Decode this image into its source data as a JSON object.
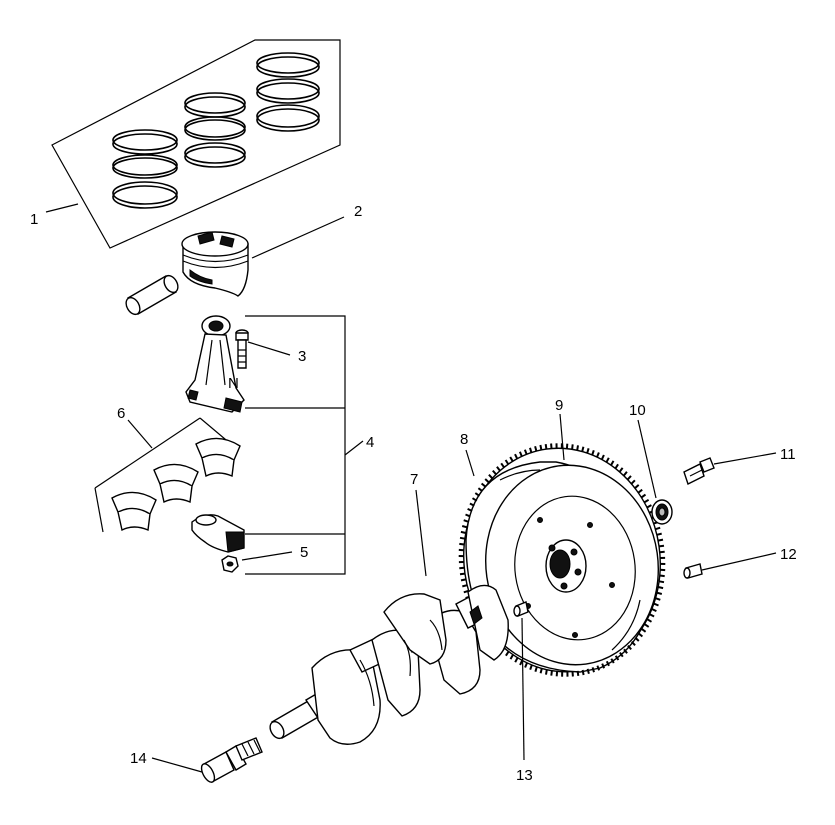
{
  "callouts": [
    {
      "id": "1",
      "text": "1"
    },
    {
      "id": "2",
      "text": "2"
    },
    {
      "id": "3",
      "text": "3"
    },
    {
      "id": "4",
      "text": "4"
    },
    {
      "id": "5",
      "text": "5"
    },
    {
      "id": "6",
      "text": "6"
    },
    {
      "id": "7",
      "text": "7"
    },
    {
      "id": "8",
      "text": "8"
    },
    {
      "id": "9",
      "text": "9"
    },
    {
      "id": "10",
      "text": "10"
    },
    {
      "id": "11",
      "text": "11"
    },
    {
      "id": "12",
      "text": "12"
    },
    {
      "id": "13",
      "text": "13"
    },
    {
      "id": "14",
      "text": "14"
    }
  ],
  "rod_mark": "N",
  "colors": {
    "ink": "#000000",
    "paper": "#ffffff"
  }
}
